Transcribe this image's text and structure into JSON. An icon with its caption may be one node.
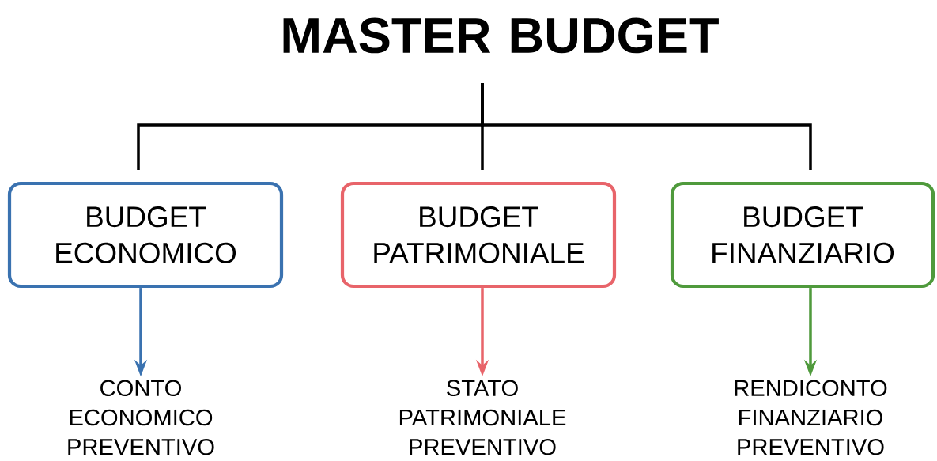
{
  "diagram": {
    "nodes": [
      {
        "text": [
          "MASTER BUDGET"
        ]
      },
      {
        "text": [
          "BUDGET ECONOMICO"
        ]
      },
      {
        "text": [
          "BUDGET PATRIMONIALE"
        ]
      },
      {
        "text": [
          "BUDGET FINANZIARIO"
        ]
      },
      {
        "text": [
          "CONTO ECONOMICO PREVENTIVO"
        ]
      },
      {
        "text": [
          "STATO PATRIMONIALE PREVENTIVO"
        ]
      },
      {
        "text": [
          "RENDICONTO FINANZIARIO PREVENTIVO"
        ]
      }
    ],
    "edges": [
      {
        "from": 0,
        "to": 1,
        "arrow": "none"
      },
      {
        "from": 0,
        "to": 2,
        "arrow": "none"
      },
      {
        "from": 0,
        "to": 3,
        "arrow": "none"
      },
      {
        "from": 1,
        "to": 4,
        "arrow": "to",
        "color": "#3a72b0"
      },
      {
        "from": 2,
        "to": 5,
        "arrow": "to",
        "color": "#e8646a"
      },
      {
        "from": 3,
        "to": 6,
        "arrow": "to",
        "color": "#4f9a3c"
      }
    ]
  }
}
